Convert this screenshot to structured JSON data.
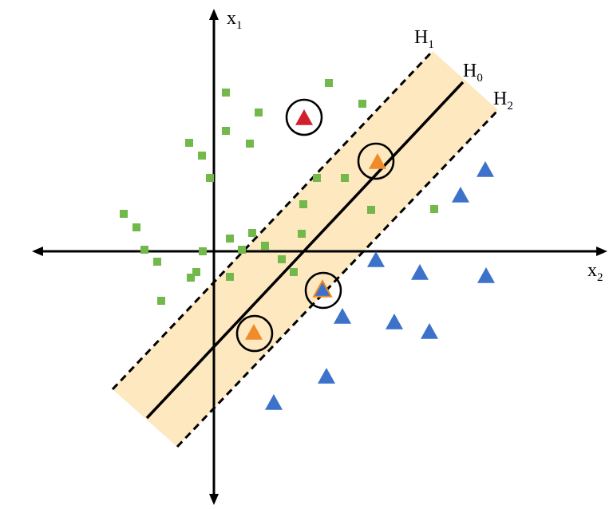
{
  "colors": {
    "background": "#ffffff",
    "band": "#fde8c0",
    "axis": "#000000",
    "square": "#72b84a",
    "triangle_blue": "#3c72c9",
    "triangle_orange": "#f08a2a",
    "triangle_red": "#d0202e",
    "circle": "#000000"
  },
  "labels": {
    "x1": {
      "base": "x",
      "sub": "1"
    },
    "x2": {
      "base": "x",
      "sub": "2"
    },
    "h1": {
      "base": "H",
      "sub": "1"
    },
    "h0": {
      "base": "H",
      "sub": "0"
    },
    "h2": {
      "base": "H",
      "sub": "2"
    }
  },
  "icons": {
    "class_a": "green-square-icon",
    "class_b": "blue-triangle-icon",
    "support_vector": "orange-triangle-icon",
    "outlier": "red-triangle-icon",
    "highlight": "circle-outline-icon"
  }
}
